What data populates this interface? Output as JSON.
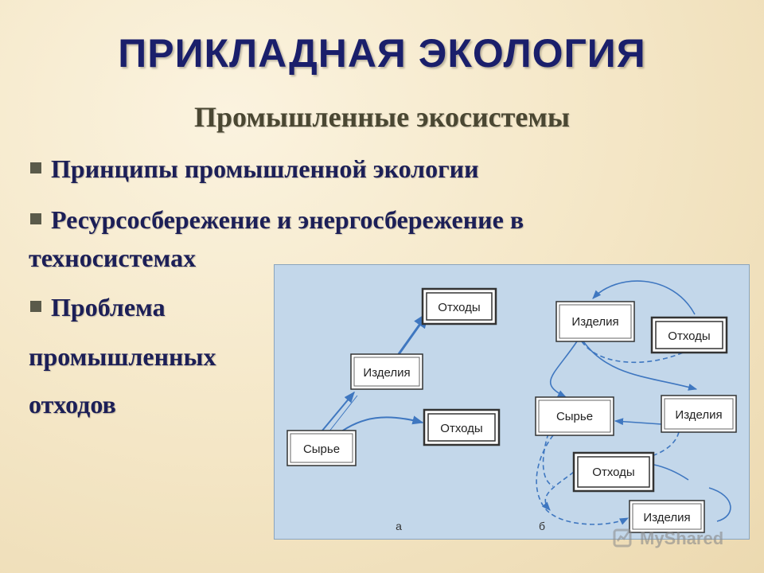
{
  "slide": {
    "title": "ПРИКЛАДНАЯ ЭКОЛОГИЯ",
    "subtitle": "Промышленные экосистемы",
    "bullets": [
      {
        "line1": "Принципы промышленной экологии"
      },
      {
        "line1": "Ресурсосбережение и энергосбережение в",
        "line2": "техносистемах"
      },
      {
        "line1": "Проблема",
        "line2": "промышленных",
        "line3": "отходов"
      }
    ]
  },
  "diagram": {
    "part_a": {
      "label": "а",
      "boxes": {
        "waste_top": "Отходы",
        "products": "Изделия",
        "waste_bottom": "Отходы",
        "raw": "Сырье"
      }
    },
    "part_b": {
      "label": "б",
      "boxes": {
        "products_top": "Изделия",
        "waste_top": "Отходы",
        "raw": "Сырье",
        "products_mid": "Изделия",
        "waste_mid": "Отходы",
        "products_bottom": "Изделия"
      }
    },
    "colors": {
      "background": "#c3d7ea",
      "arrow": "#3f77c0",
      "box_border": "#3a3a3a"
    }
  },
  "watermark": {
    "text": "MyShared"
  }
}
